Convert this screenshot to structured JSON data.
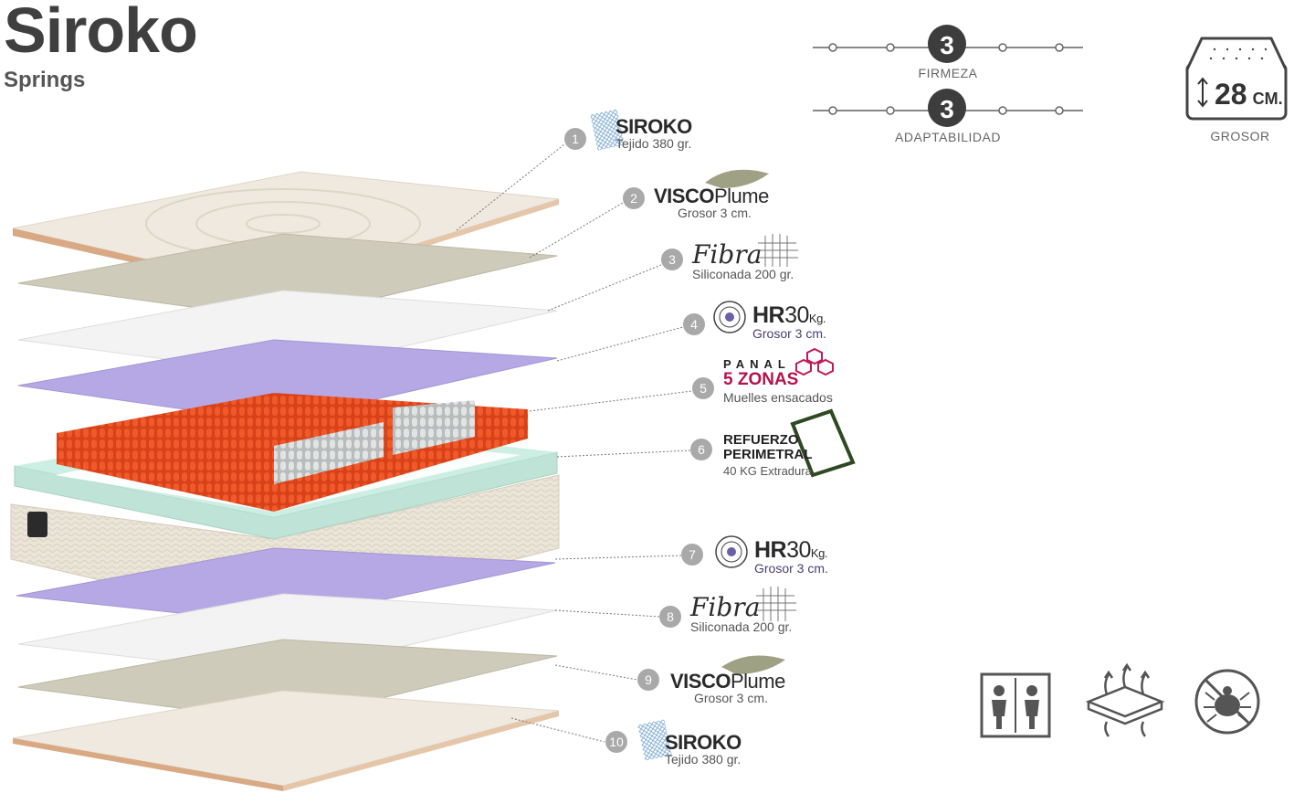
{
  "brand": {
    "title": "Siroko",
    "subtitle": "Springs"
  },
  "ratings": {
    "firmeza": {
      "label": "FIRMEZA",
      "value": "3"
    },
    "adaptabilidad": {
      "label": "ADAPTABILIDAD",
      "value": "3"
    }
  },
  "grosor": {
    "label": "GROSOR",
    "value": "28",
    "unit": "CM."
  },
  "layers": [
    {
      "number": "1",
      "name": "SIROKO",
      "detail": "Tejido 380 gr."
    },
    {
      "number": "2",
      "name": "VISCO",
      "name_suffix": "Plume",
      "detail": "Grosor 3 cm."
    },
    {
      "number": "3",
      "name": "Fibra",
      "detail": "Siliconada 200 gr."
    },
    {
      "number": "4",
      "name": "HR",
      "name_suffix": "30",
      "unit": "Kg.",
      "detail": "Grosor 3 cm."
    },
    {
      "number": "5",
      "name_top": "PANAL",
      "name": "5 ZONAS",
      "detail": "Muelles ensacados"
    },
    {
      "number": "6",
      "name": "REFUERZO",
      "name_line2": "PERIMETRAL",
      "detail": "40 KG Extradura"
    },
    {
      "number": "7",
      "name": "HR",
      "name_suffix": "30",
      "unit": "Kg.",
      "detail": "Grosor 3 cm."
    },
    {
      "number": "8",
      "name": "Fibra",
      "detail": "Siliconada 200 gr."
    },
    {
      "number": "9",
      "name": "VISCO",
      "name_suffix": "Plume",
      "detail": "Grosor 3 cm."
    },
    {
      "number": "10",
      "name": "SIROKO",
      "detail": "Tejido 380 gr."
    }
  ],
  "features": [
    "two-people-icon",
    "breathable-icon",
    "anti-mite-icon"
  ],
  "colors": {
    "fabric": "#efe9df",
    "visco": "#cfcbbb",
    "fibra": "#f3f3f3",
    "hr": "#b6a8e4",
    "springs": "#e04a1c",
    "springs_grey": "#cfd0d0",
    "perimeter": "#bfe3d6",
    "accent_pink": "#b3134a",
    "refuerzo_green": "#2e4a22"
  }
}
